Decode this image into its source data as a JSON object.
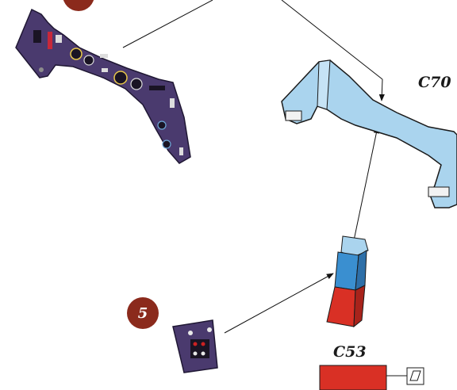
{
  "parts": {
    "bracket_label": "C70",
    "block_label": "C53"
  },
  "steps": {
    "current_step": "5"
  },
  "colors": {
    "step_badge": "#8b2a1c",
    "panel_purple": "#4a3a6e",
    "bracket_blue": "#aad4ee",
    "block_red": "#d93025",
    "block_blue": "#3a8fd0"
  }
}
